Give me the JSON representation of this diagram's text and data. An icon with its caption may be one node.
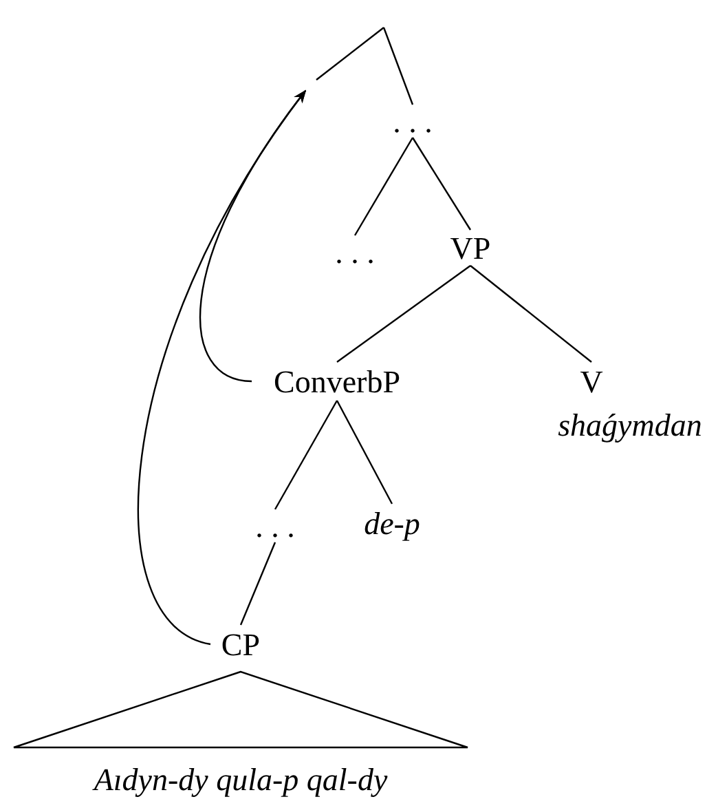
{
  "diagram": {
    "nodes": [
      {
        "text": [
          ". . ."
        ]
      },
      {
        "text": [
          ". . ."
        ]
      },
      {
        "text": [
          "VP"
        ]
      },
      {
        "text": [
          "ConverbP"
        ]
      },
      {
        "text": [
          "V"
        ],
        "beside": [
          "shaǵymdan"
        ]
      },
      {
        "text": [
          ". . ."
        ]
      },
      {
        "text": [
          "de-p"
        ]
      },
      {
        "text": [
          "CP"
        ]
      },
      {
        "text": [
          "Aıdyn-dy qula-p qal-dy"
        ]
      }
    ],
    "edges": [
      {
        "from": null,
        "to": 0,
        "arrow": "none"
      },
      {
        "from": 0,
        "to": 1,
        "arrow": "none"
      },
      {
        "from": 0,
        "to": 2,
        "arrow": "none"
      },
      {
        "from": 2,
        "to": 3,
        "arrow": "none"
      },
      {
        "from": 2,
        "to": 4,
        "arrow": "none"
      },
      {
        "from": 3,
        "to": 5,
        "arrow": "none"
      },
      {
        "from": 3,
        "to": 6,
        "arrow": "none"
      },
      {
        "from": 5,
        "to": 7,
        "arrow": "none"
      },
      {
        "from": 7,
        "to": null,
        "arrow": "to"
      },
      {
        "from": 3,
        "to": null,
        "arrow": "to"
      }
    ]
  }
}
